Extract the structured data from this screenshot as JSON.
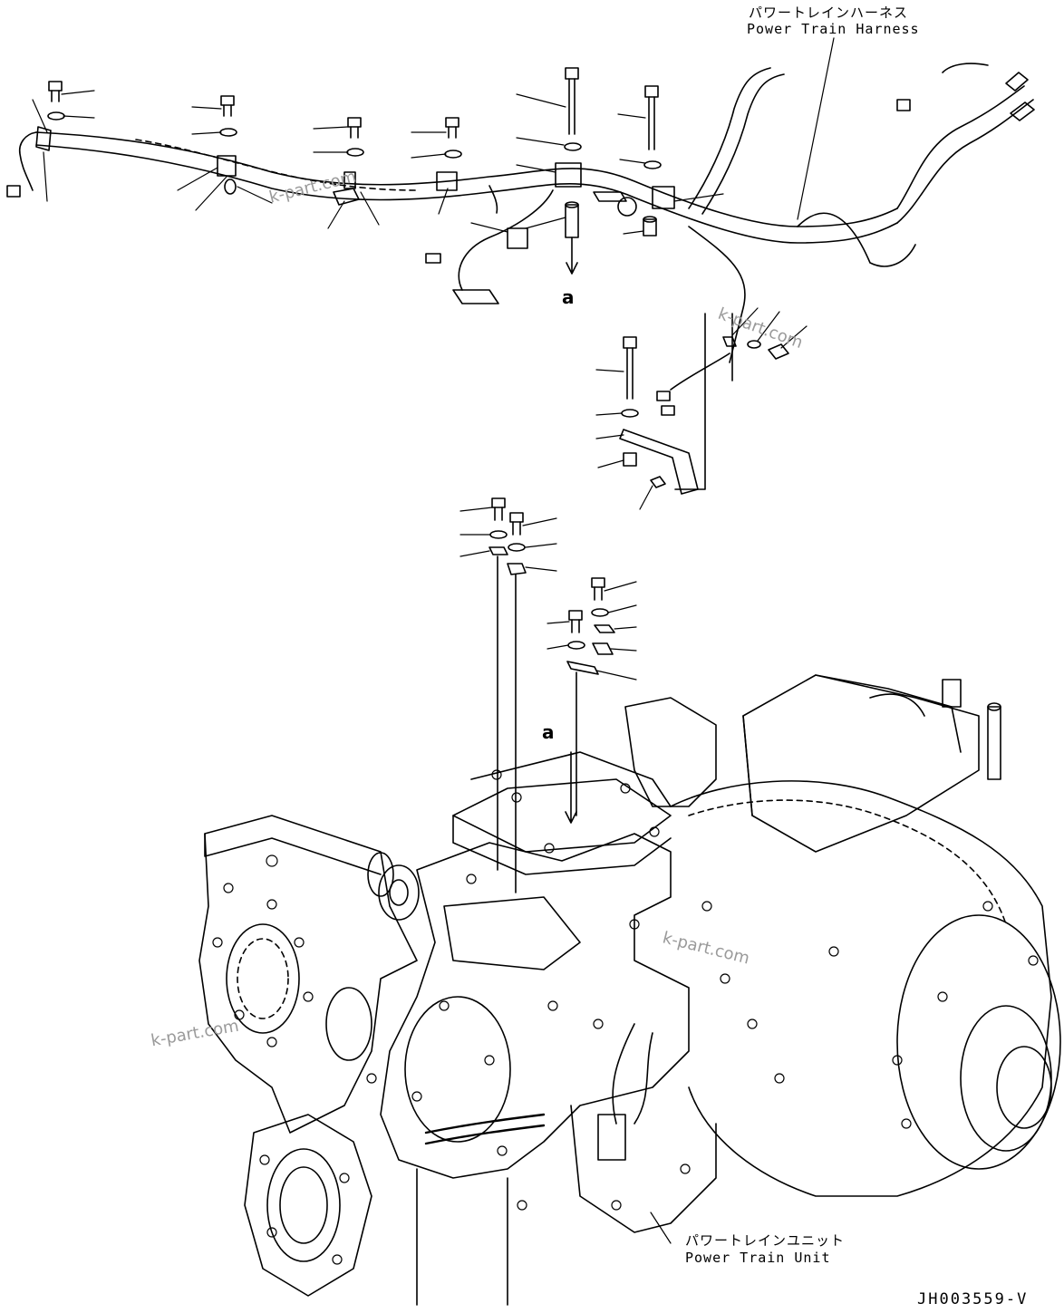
{
  "labels": {
    "harness_jp": "パワートレインハーネス",
    "harness_en": "Power Train Harness",
    "unit_jp": "パワートレインユニット",
    "unit_en": "Power Train Unit",
    "ref_a_top": "a",
    "ref_a_bottom": "a",
    "drawing_code": "JH003559-V"
  },
  "watermarks": [
    "k-part.com",
    "k-part.com",
    "k-part.com",
    "k-part.com"
  ],
  "colors": {
    "line": "#000000",
    "watermark": "#9a9a9a",
    "background": "#ffffff"
  }
}
